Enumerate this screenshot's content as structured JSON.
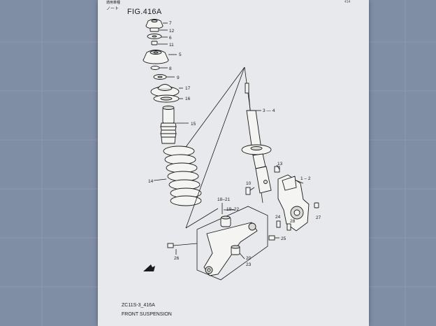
{
  "header": {
    "top_small": "適用車種",
    "sub_small": "ノート",
    "right_small": "414",
    "figure_title": "FIG.416A"
  },
  "footer": {
    "code": "ZC11S-3_416A",
    "title": "FRONT SUSPENSION"
  },
  "callouts": {
    "c7": "7",
    "c12": "12",
    "c6": "6",
    "c11": "11",
    "c5": "5",
    "c8": "8",
    "c9": "9",
    "c17": "17",
    "c16": "16",
    "c15": "15",
    "c14": "14",
    "c3_4": "3 — 4",
    "c13": "13",
    "c10": "10",
    "c1_2": "1 – 2",
    "c27": "27",
    "c24": "24",
    "c28": "28",
    "c25": "25",
    "c18_21": "18–21",
    "c19_22": "19–22",
    "c26": "26",
    "c20": "20",
    "c23": "23"
  },
  "colors": {
    "paper": "#e7e9ec",
    "backdrop": "#7f8da5",
    "ink": "#1a1a1a"
  }
}
